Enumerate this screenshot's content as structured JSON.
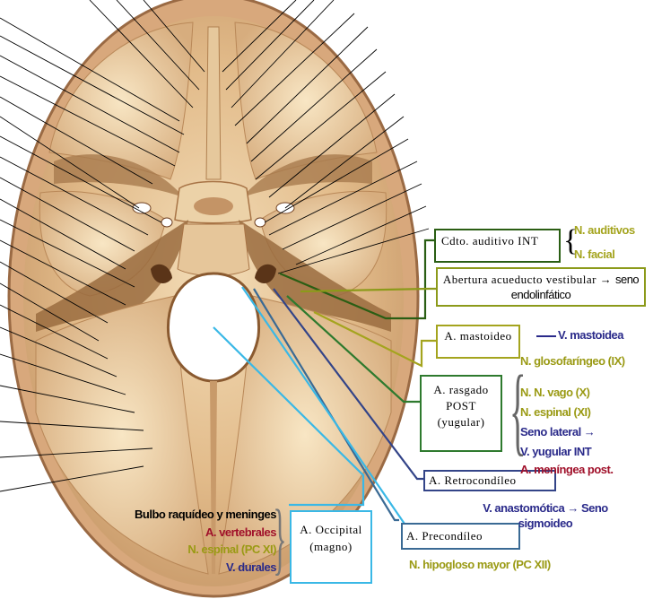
{
  "boxes": {
    "cdto_auditivo": "Cdto. auditivo INT",
    "abertura": "Abertura acueducto vestibular",
    "abertura_arrow": "→",
    "abertura_rest": "seno endolinfático",
    "mastoideo": "A. mastoideo",
    "rasgado": "A. rasgado POST (yugular)",
    "retrocondileo": "A. Retrocondíleo",
    "precondileo": "A. Precondíleo",
    "occipital": "A. Occipital (magno)"
  },
  "labels": {
    "n_auditivos": "N. auditivos",
    "n_facial": "N. facial",
    "v_mastoidea": "V. mastoidea",
    "n_glosofaringeo": "N. glosofaríngeo (IX)",
    "n_vago": "N. N. vago (X)",
    "n_espinal": "N. espinal (XI)",
    "seno_lateral": "Seno lateral →",
    "v_yugular": "V. yugular INT",
    "a_meningea": "A. meníngea post.",
    "v_anastomotica": "V. anastomótica → Seno sigmoideo",
    "n_hipogloso": "N. hipogloso mayor (PC XII)",
    "bulbo": "Bulbo raquídeo y meninges",
    "a_vertebrales": "A. vertebrales",
    "n_espinal_pc": "N. espinal (PC XI)",
    "v_durales": "V. durales"
  },
  "colors": {
    "olive": "#9a9a14",
    "green": "#2e7d1a",
    "navy": "#2a2a8a",
    "red": "#a0102a",
    "steel": "#2e5070",
    "cyan": "#30b8e0"
  }
}
